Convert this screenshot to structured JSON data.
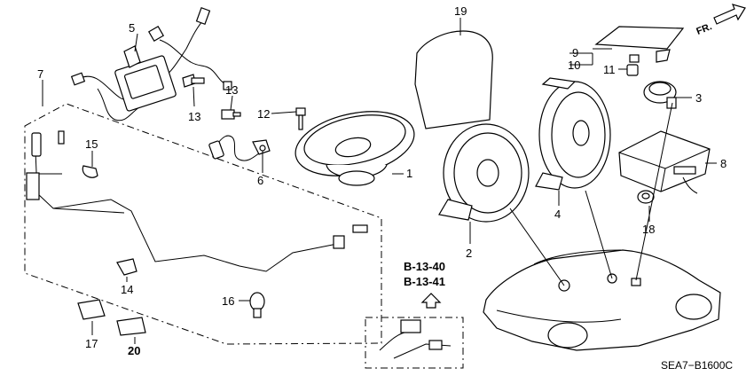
{
  "callouts": {
    "c1": "1",
    "c2": "2",
    "c3": "3",
    "c4": "4",
    "c5": "5",
    "c6": "6",
    "c7": "7",
    "c8": "8",
    "c9": "9",
    "c10": "10",
    "c11": "11",
    "c12": "12",
    "c13a": "13",
    "c13b": "13",
    "c14": "14",
    "c15": "15",
    "c16": "16",
    "c17": "17",
    "c18": "18",
    "c19": "19",
    "c20": "20"
  },
  "references": {
    "ref1": "B-13-40",
    "ref2": "B-13-41"
  },
  "direction_label": "FR.",
  "diagram_code": "SEA7−B1600C"
}
